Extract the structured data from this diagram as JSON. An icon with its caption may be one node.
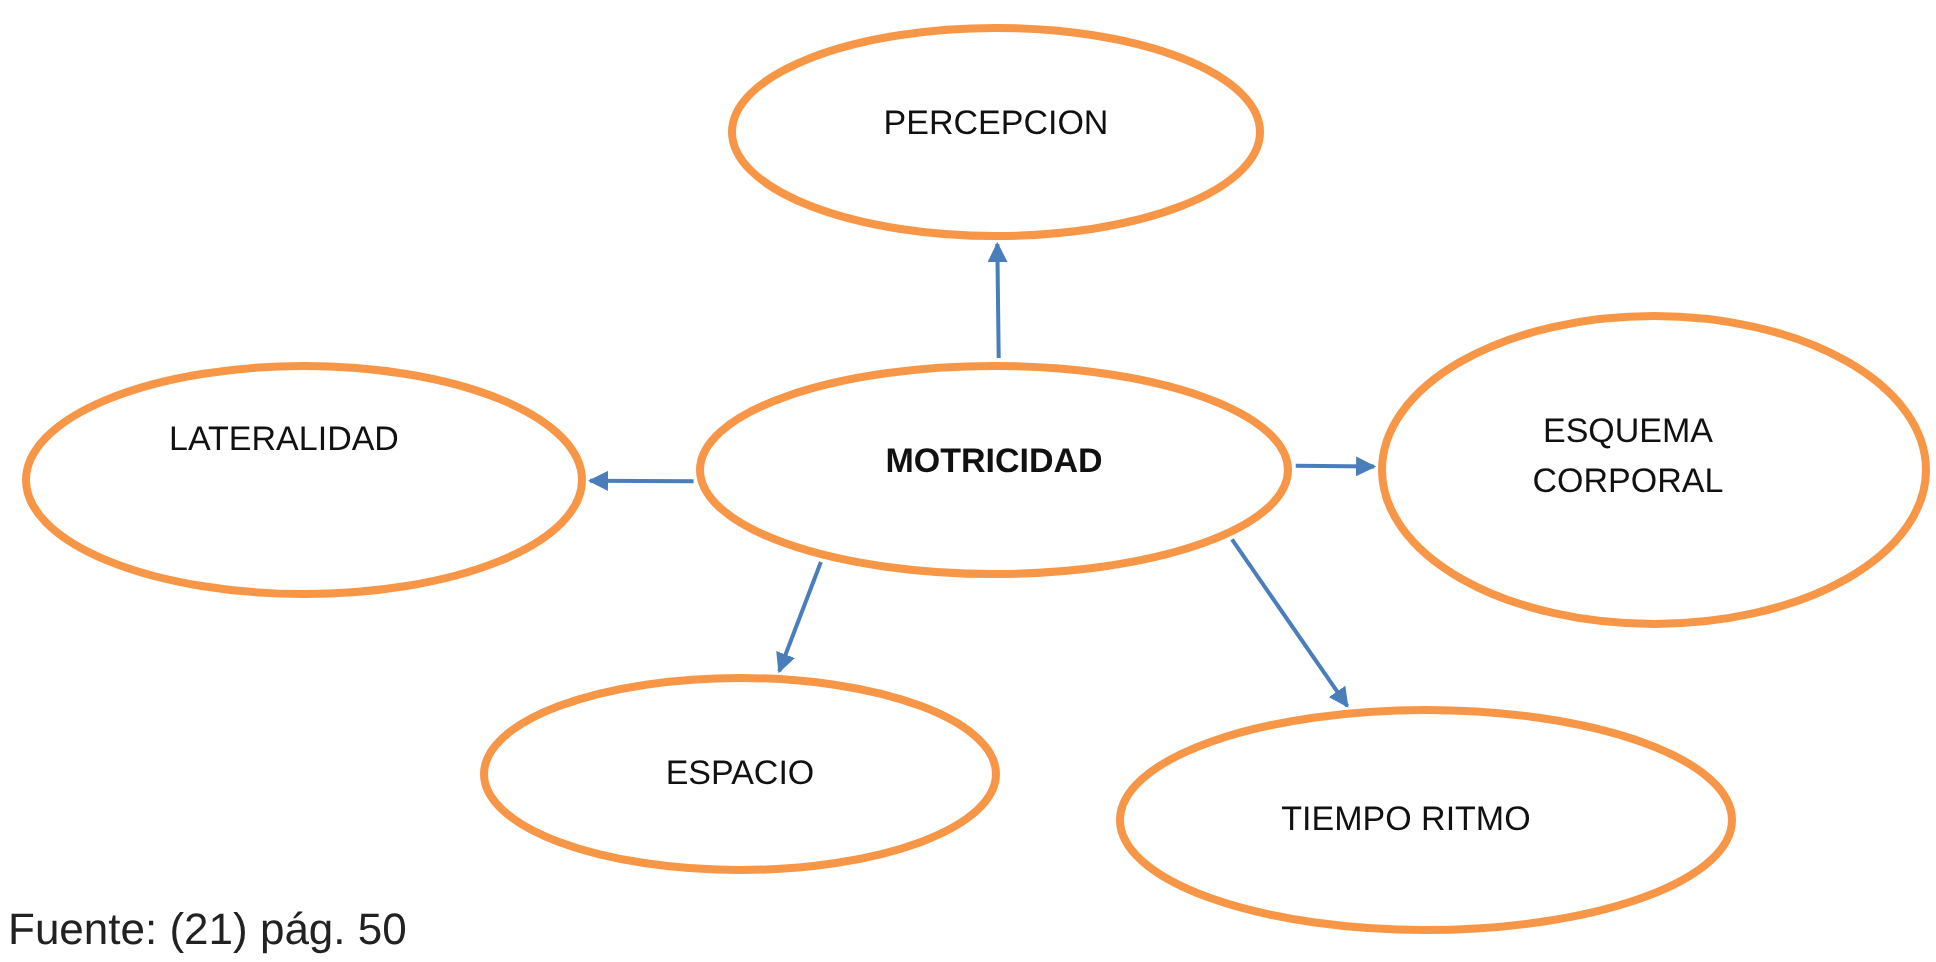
{
  "diagram": {
    "caption": "Fuente: (21) pág. 50",
    "nodes": [
      {
        "text": [
          "PERCEPCION"
        ]
      },
      {
        "text": [
          "LATERALIDAD"
        ]
      },
      {
        "text": [
          "MOTRICIDAD"
        ]
      },
      {
        "text": [
          "ESQUEMA CORPORAL"
        ]
      },
      {
        "text": [
          "ESPACIO"
        ]
      },
      {
        "text": [
          "TIEMPO RITMO"
        ]
      }
    ],
    "edges": [
      {
        "from": 2,
        "to": 0,
        "arrow": "to"
      },
      {
        "from": 2,
        "to": 1,
        "arrow": "to"
      },
      {
        "from": 2,
        "to": 3,
        "arrow": "to"
      },
      {
        "from": 2,
        "to": 4,
        "arrow": "to"
      },
      {
        "from": 2,
        "to": 5,
        "arrow": "to"
      }
    ]
  }
}
